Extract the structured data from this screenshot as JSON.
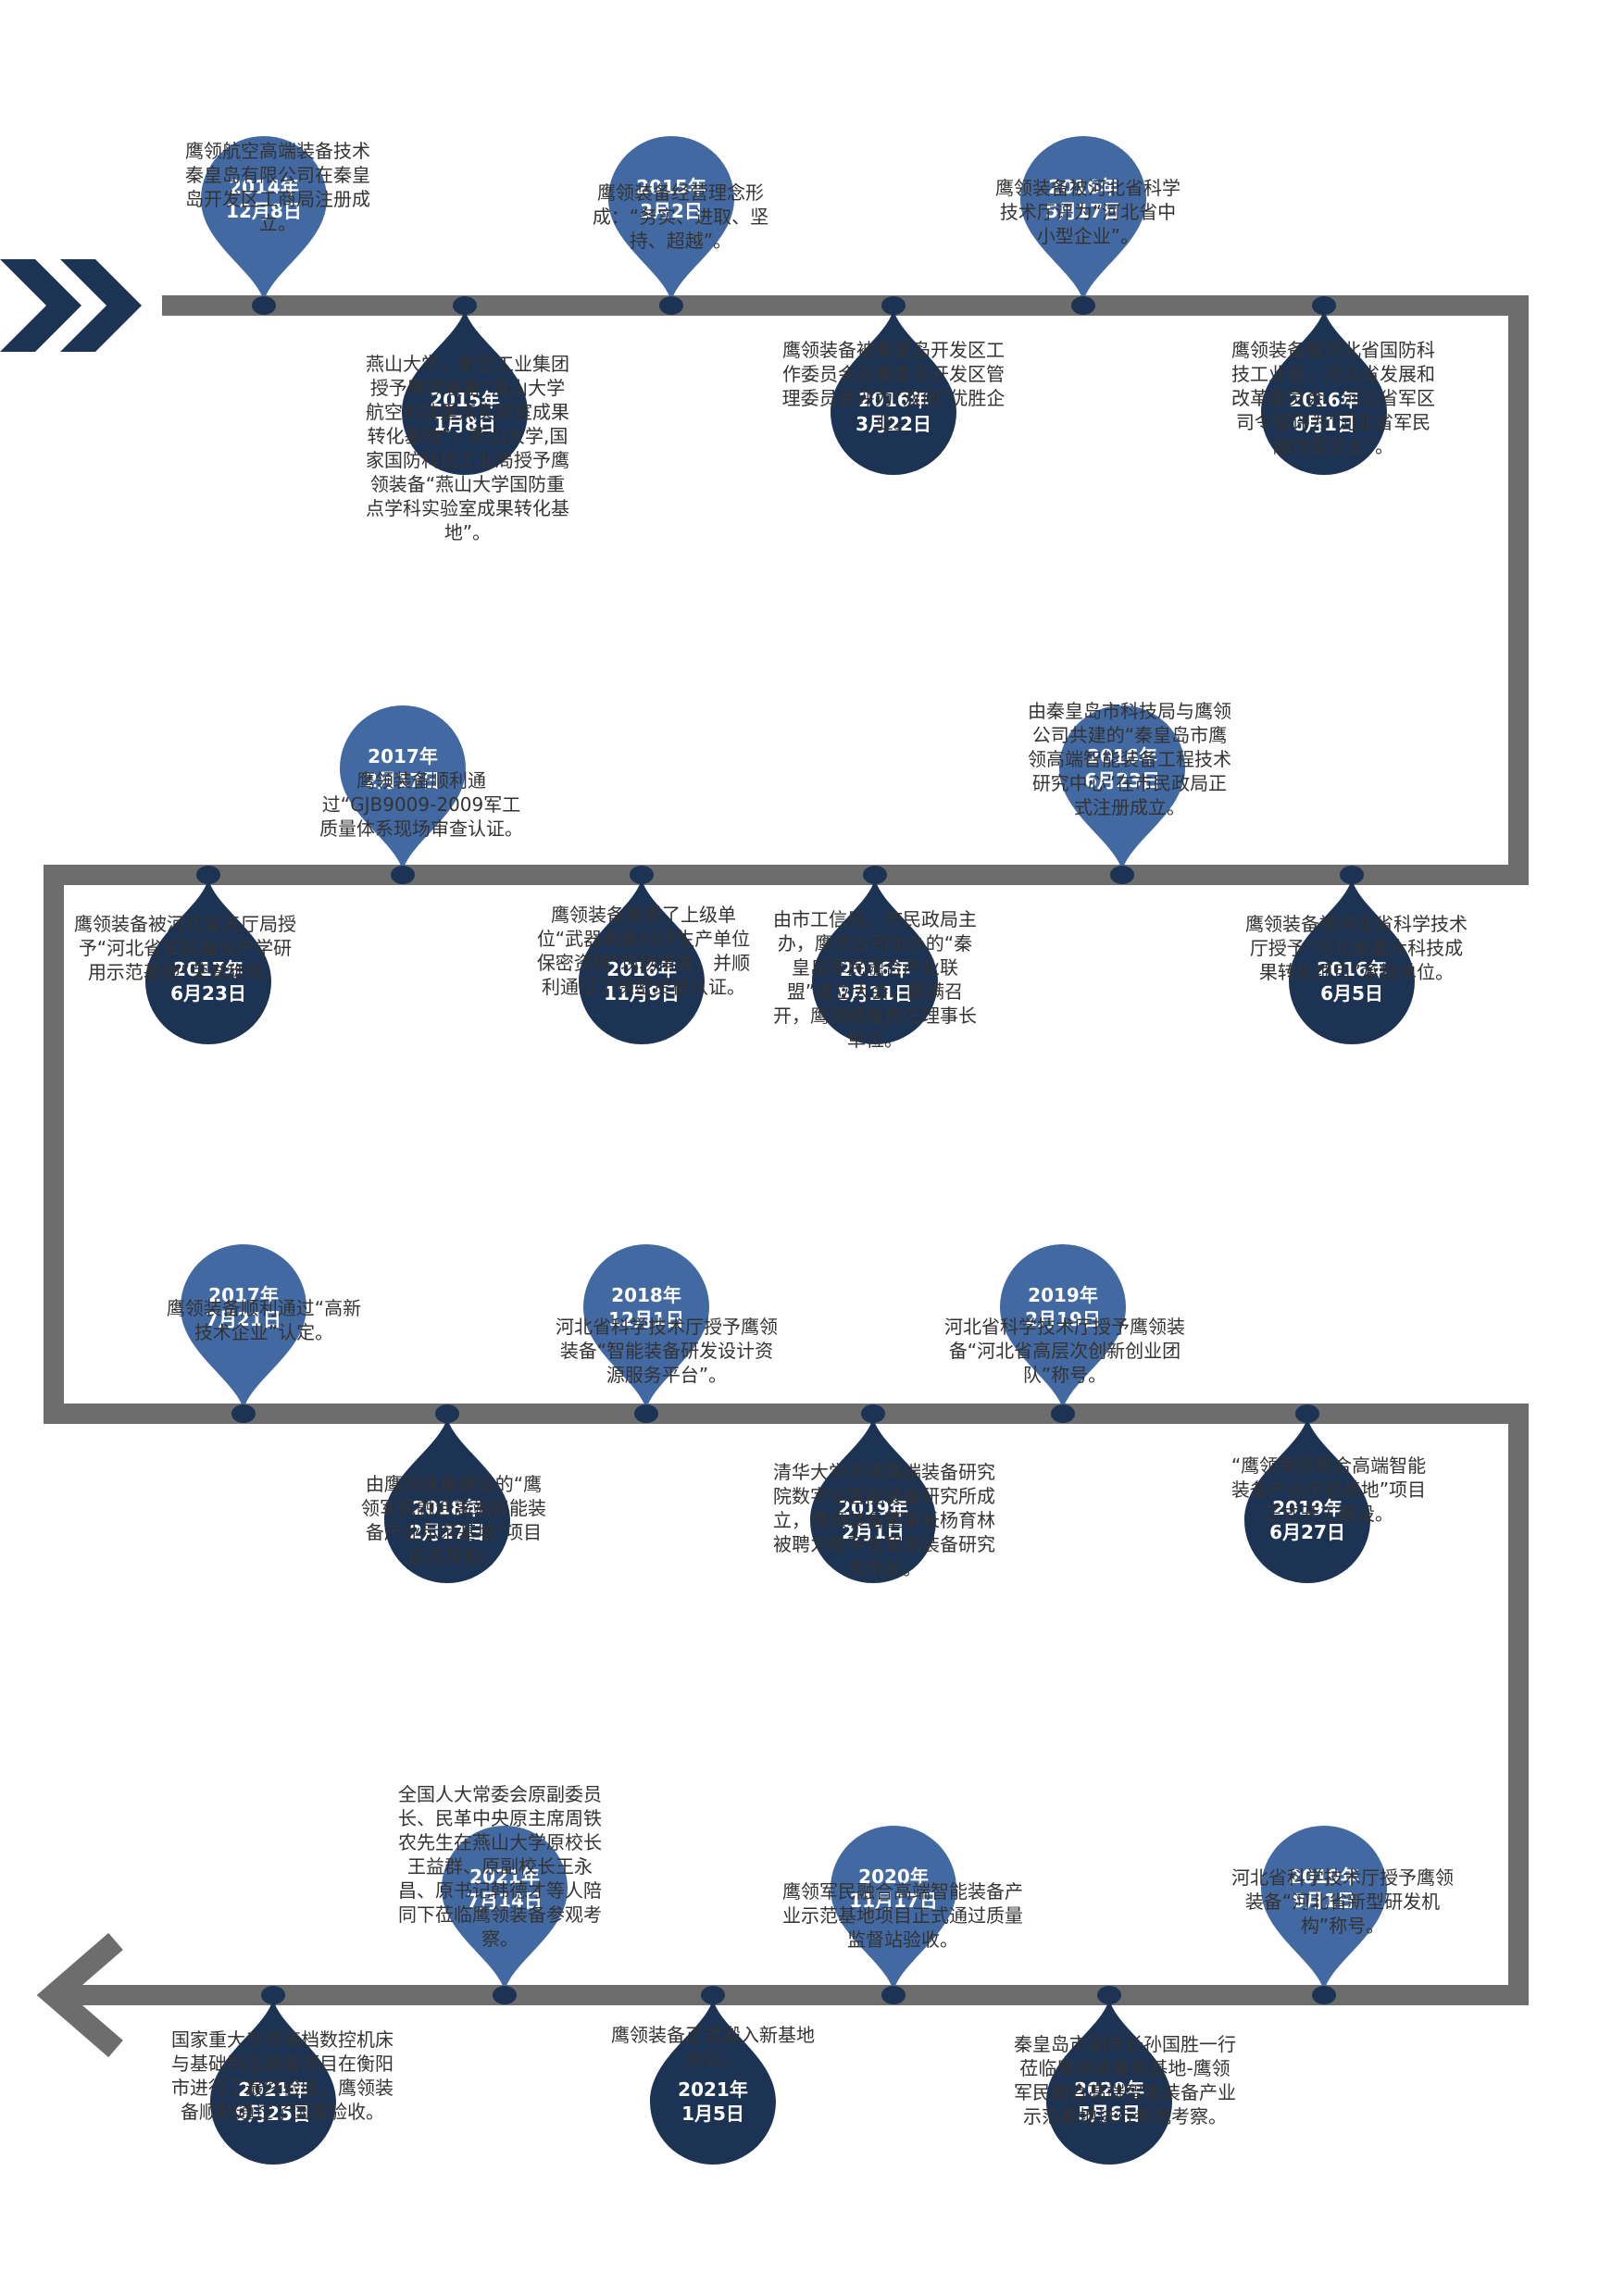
{
  "colors": {
    "track": "#6d6d6d",
    "pin_light": "#4269a1",
    "pin_dark": "#1d3354",
    "dot": "#1d3354",
    "text": "#333333"
  },
  "icons": {
    "start": "double-chevron-right-icon",
    "end": "arrow-left-icon"
  },
  "events": [
    {
      "date": "2014年\n12月8日",
      "text": "鹰领航空高端装备技术秦皇岛有限公司在秦皇岛开发区工商局注册成立。"
    },
    {
      "date": "2015年\n1月8日",
      "text": "燕山大学，航空工业集团授予鹰领装备“燕山大学航空科技重点实验室成果转化基地”；燕山大学,国家国防科技工业局授予鹰领装备“燕山大学国防重点学科实验室成果转化基地”。"
    },
    {
      "date": "2015年\n3月2日",
      "text": "鹰领装备经营理念形成：“务实、进取、坚持、超越”。"
    },
    {
      "date": "2016年\n3月22日",
      "text": "鹰领装备被秦皇岛开发区工作委员会及秦皇岛开发区管理委员会评为“双创”优胜企业。"
    },
    {
      "date": "2016年\n5月17日",
      "text": "鹰领装备被河北省科学技术厅评为“河北省中小型企业”。"
    },
    {
      "date": "2016年\n6月1日",
      "text": "鹰领装备被河北省国防科技工业局、河北省发展和改革委员会、河北省军区司令部评为“河北省军民融合型企业”。"
    },
    {
      "date": "2016年\n6月5日",
      "text": "鹰领装备被河北省科学技术厅授予“河北省重大科技成果转化项目”承担单位。"
    },
    {
      "date": "2016年\n6月23日",
      "text": "由秦皇岛市科技局与鹰领公司共建的“秦皇岛市鹰领高端智能装备工程技术研究中心”在市民政局正式注册成立。"
    },
    {
      "date": "2016年\n8月11日",
      "text": "由市工信局、市民政局主办，鹰领公司协办的“秦皇岛军民融合产业联盟”成立大会，圆满召开，鹰领装备担任理事长单位。"
    },
    {
      "date": "2016年\n11月9日",
      "text": "鹰领装备接受了上级单位“武器装备科研生产单位保密资格”现场审查，并顺利通过了保密资格认证。"
    },
    {
      "date": "2017年\n2月17日",
      "text": "鹰领装备顺利通过“GJB9009-2009军工质量体系现场审查认证。"
    },
    {
      "date": "2017年\n6月23日",
      "text": "鹰领装备被河北省五厅局授予“河北省军民融合产学研用示范基地”荣誉称号。"
    },
    {
      "date": "2017年\n7月21日",
      "text": "鹰领装备顺利通过“高新技术企业”认定。"
    },
    {
      "date": "2018年\n2月27日",
      "text": "由鹰领装备建设的“鹰领军民融合高端智能装备产业示范基地”项目正式获批。"
    },
    {
      "date": "2018年\n12月1日",
      "text": "河北省科学技术厅授予鹰领装备“智能装备研发设计资源服务平台”。"
    },
    {
      "date": "2019年\n2月1日",
      "text": "清华大学天津高端装备研究院数字化智能装备研究所成立，鹰领装备董事长杨育林被聘为数字化智能装备研究所所长。"
    },
    {
      "date": "2019年\n2月19日",
      "text": "河北省科学技术厅授予鹰领装备“河北省高层次创新创业团队”称号。"
    },
    {
      "date": "2019年\n6月27日",
      "text": "“鹰领军民融合高端智能装备产业示范基地”项目正式开工建设。"
    },
    {
      "date": "2019年\n9月1日",
      "text": "河北省科学技术厅授予鹰领装备“河北省新型研发机构”称号。"
    },
    {
      "date": "2020年\n5月6日",
      "text": "秦皇岛市副市长孙国胜一行莅临鹰领装备新基地-鹰领军民融合高端智能装备产业示范基地进行参观考察。"
    },
    {
      "date": "2020年\n11月17日",
      "text": "鹰领军民融合高端智能装备产业示范基地项目正式通过质量监督站验收。"
    },
    {
      "date": "2021年\n1月5日",
      "text": "鹰领装备正式搬入新基地办公。"
    },
    {
      "date": "2021年\n7月14日",
      "text": "全国人大常委会原副委员长、民革中央原主席周铁农先生在燕山大学原校长王益群、原副校长王永昌、原书记韩德才等人陪同下莅临鹰领装备参观考察。"
    },
    {
      "date": "2021年\n9月25日",
      "text": "国家重大专项高档数控机床与基础制造装备项目在衡阳市进行了最终验收，鹰领装备顺利通过了国家验收。"
    }
  ]
}
